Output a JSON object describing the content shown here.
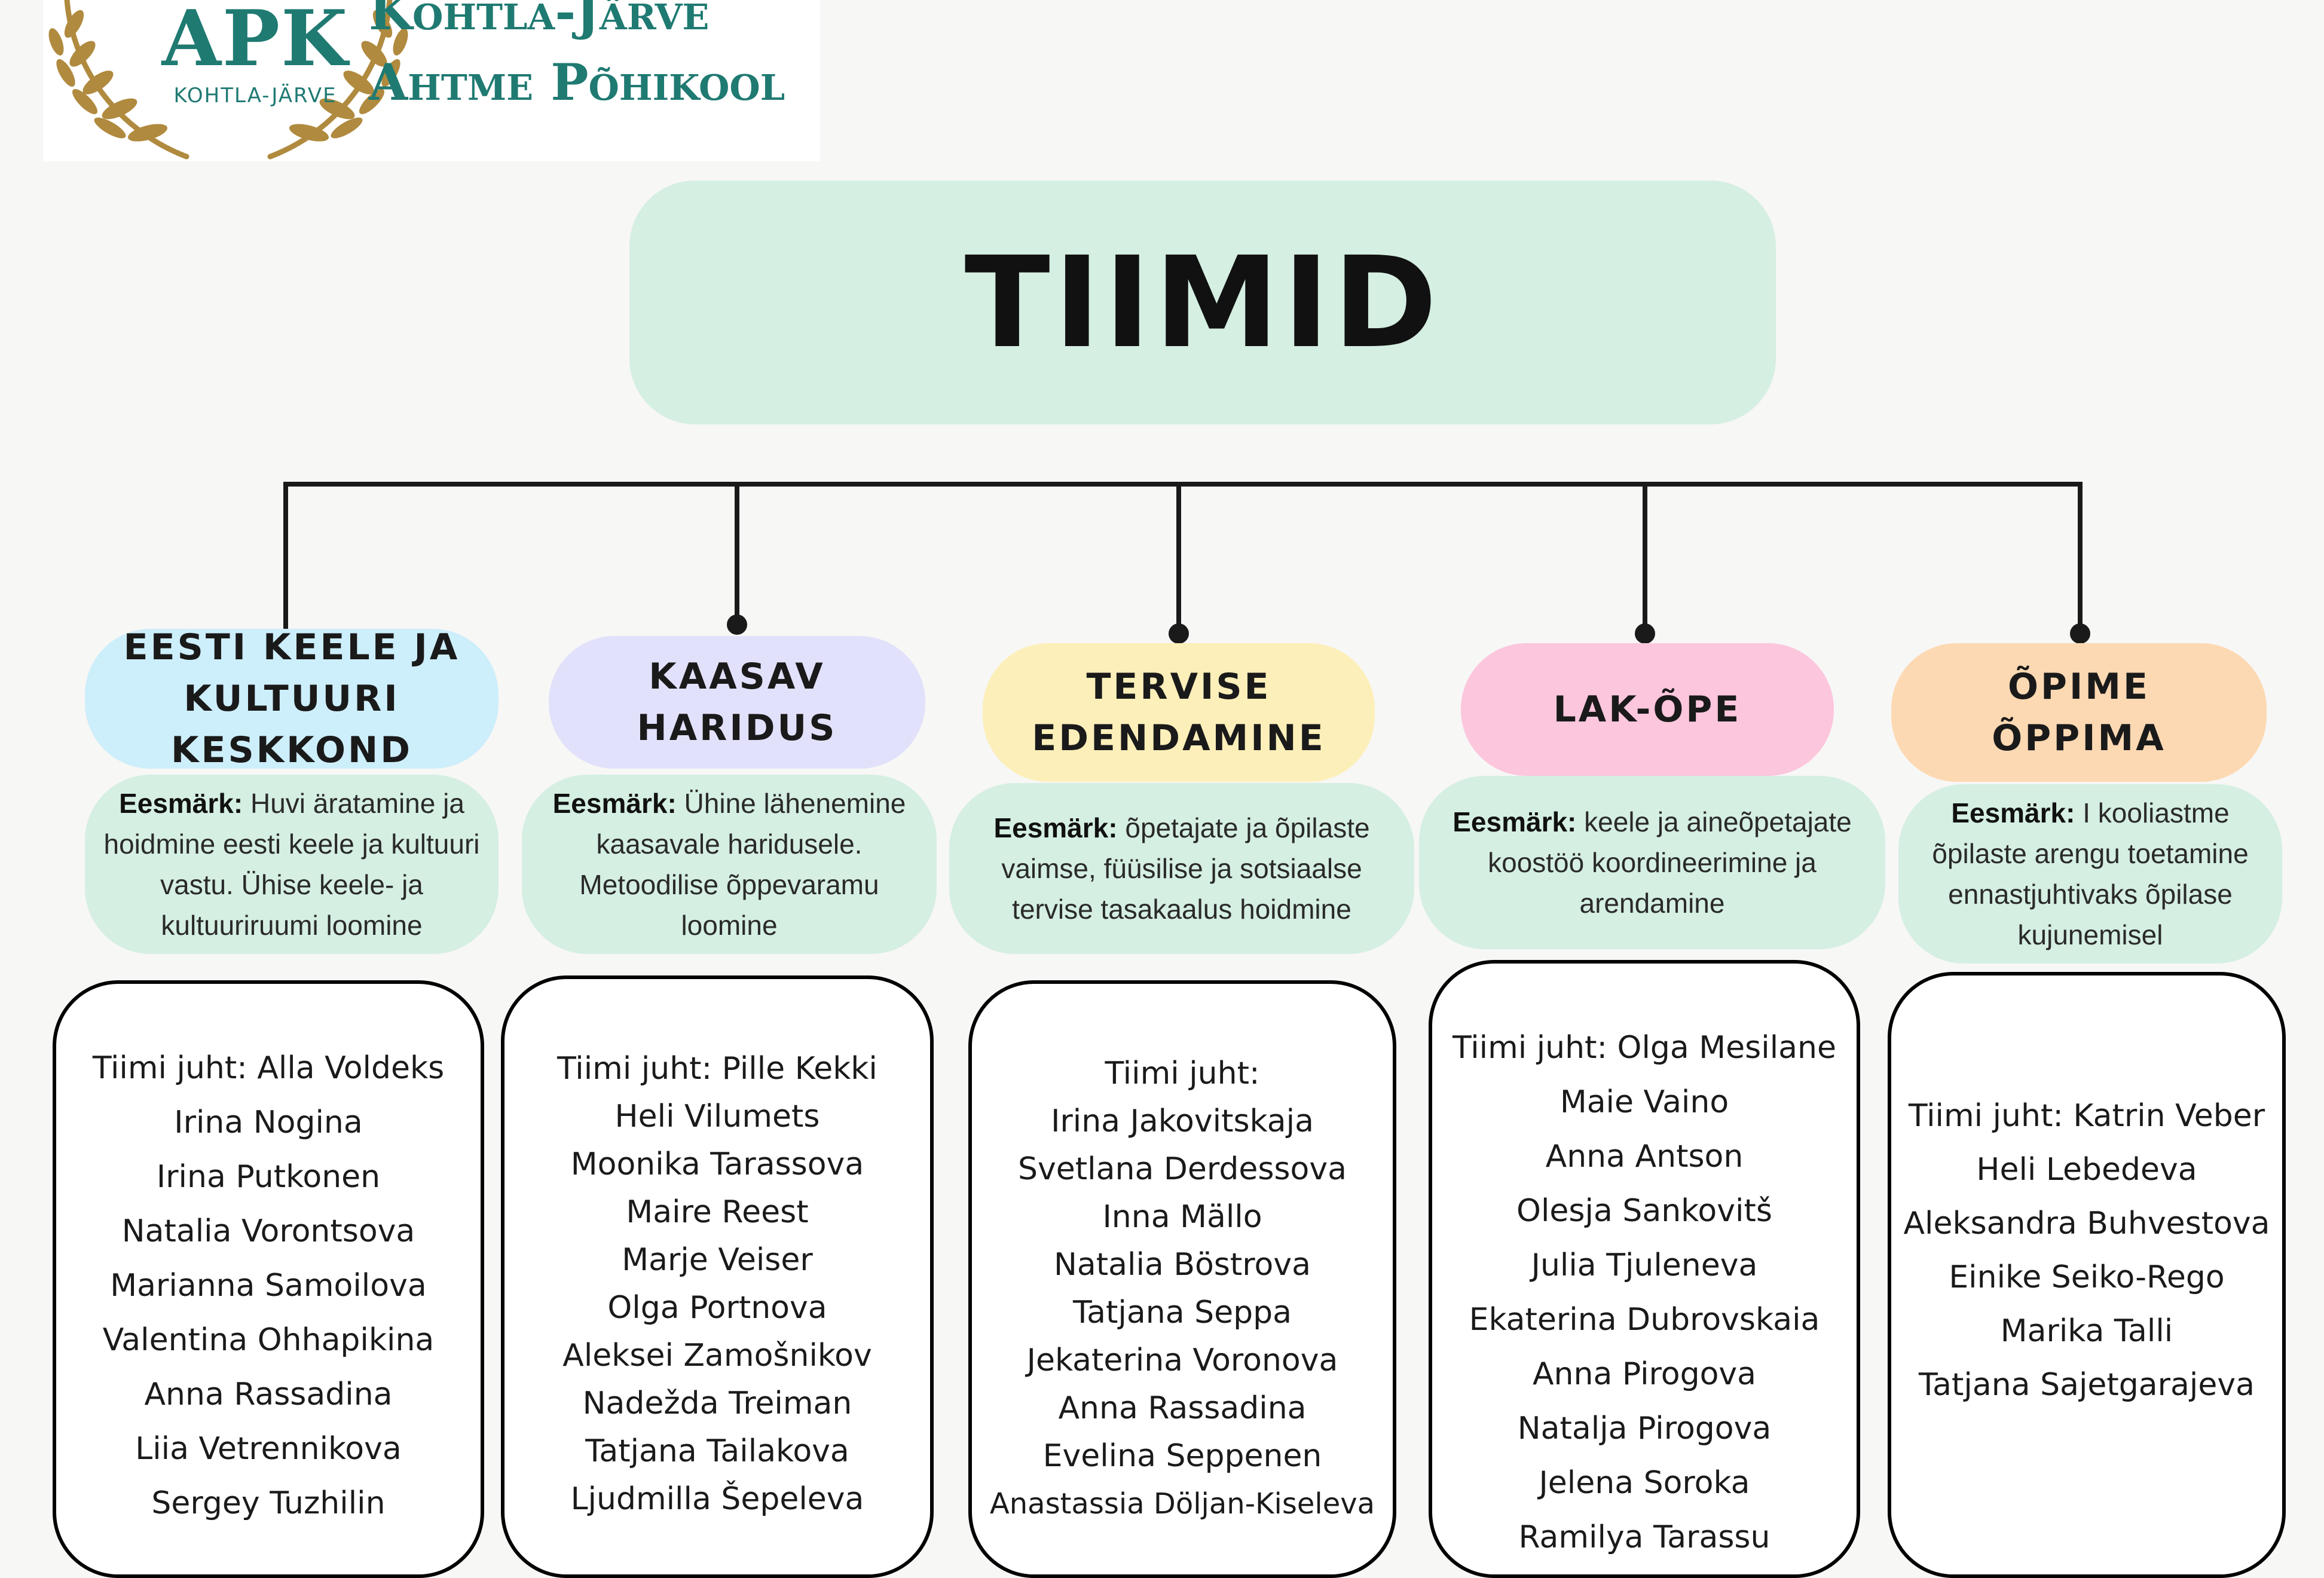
{
  "header": {
    "logo_abbreviation": "APK",
    "logo_subtitle": "KOHTLA-JÄRVE",
    "school_name_line1": "Kohtla-Järve",
    "school_name_line2": "Ahtme Põhikool",
    "brand_color": "#1f7a72",
    "laurel_color": "#b08a3e"
  },
  "title": "TIIMID",
  "colors": {
    "title_bg": "#d5efe2",
    "goal_bg": "#d5efe2",
    "connector": "#1a1a1a"
  },
  "goal_label": "Eesmärk:",
  "teams": [
    {
      "name_line1": "EESTI KEELE JA",
      "name_line2": "KULTUURI KESKKOND",
      "header_color": "#cdeefb",
      "goal_text": "Huvi äratamine ja hoidmine eesti keele ja kultuuri vastu. Ühise keele- ja kultuuriruumi loomine",
      "members": [
        "Tiimi juht: Alla Voldeks",
        "Irina Nogina",
        "Irina Putkonen",
        "Natalia Vorontsova",
        "Marianna Samoilova",
        "Valentina Ohhapikina",
        "Anna Rassadina",
        "Liia Vetrennikova",
        "Sergey Tuzhilin"
      ]
    },
    {
      "name_line1": "KAASAV",
      "name_line2": "HARIDUS",
      "header_color": "#e2e1fb",
      "goal_text": "Ühine lähenemine kaasavale haridusele. Metoodilise õppevaramu loomine",
      "members": [
        "Tiimi juht: Pille Kekki",
        "Heli Vilumets",
        "Moonika Tarassova",
        "Maire Reest",
        "Marje Veiser",
        "Olga Portnova",
        "Aleksei Zamošnikov",
        "Nadežda Treiman",
        "Tatjana Tailakova",
        "Ljudmilla Šepeleva"
      ]
    },
    {
      "name_line1": "TERVISE",
      "name_line2": "EDENDAMINE",
      "header_color": "#fdefb9",
      "goal_text": "õpetajate ja õpilaste vaimse, füüsilise ja sotsiaalse tervise tasakaalus hoidmine",
      "members": [
        "Tiimi juht:",
        "Irina Jakovitskaja",
        "Svetlana Derdessova",
        "Inna Mällo",
        "Natalia Böstrova",
        "Tatjana Seppa",
        "Jekaterina Voronova",
        "Anna Rassadina",
        "Evelina Seppenen",
        "Anastassia Döljan-Kiseleva"
      ]
    },
    {
      "name_line1": "LAK-ÕPE",
      "name_line2": "",
      "header_color": "#fcc6dd",
      "goal_text": "keele ja aineõpetajate koostöö koordineerimine ja arendamine",
      "members": [
        "Tiimi juht: Olga Mesilane",
        "Maie Vaino",
        "Anna Antson",
        "Olesja Sankovitš",
        "Julia Tjuleneva",
        "Ekaterina Dubrovskaia",
        "Anna Pirogova",
        "Natalja Pirogova",
        "Jelena Soroka",
        "Ramilya Tarassu"
      ]
    },
    {
      "name_line1": "ÕPIME",
      "name_line2": "ÕPPIMA",
      "header_color": "#fdd9b3",
      "goal_text": "I kooliastme õpilaste arengu toetamine ennastjuhtivaks õpilase kujunemisel",
      "members": [
        "Tiimi juht: Katrin Veber",
        "Heli Lebedeva",
        "Aleksandra Buhvestova",
        "Einike Seiko-Rego",
        "Marika Talli",
        "Tatjana Sajetgarajeva"
      ]
    }
  ]
}
